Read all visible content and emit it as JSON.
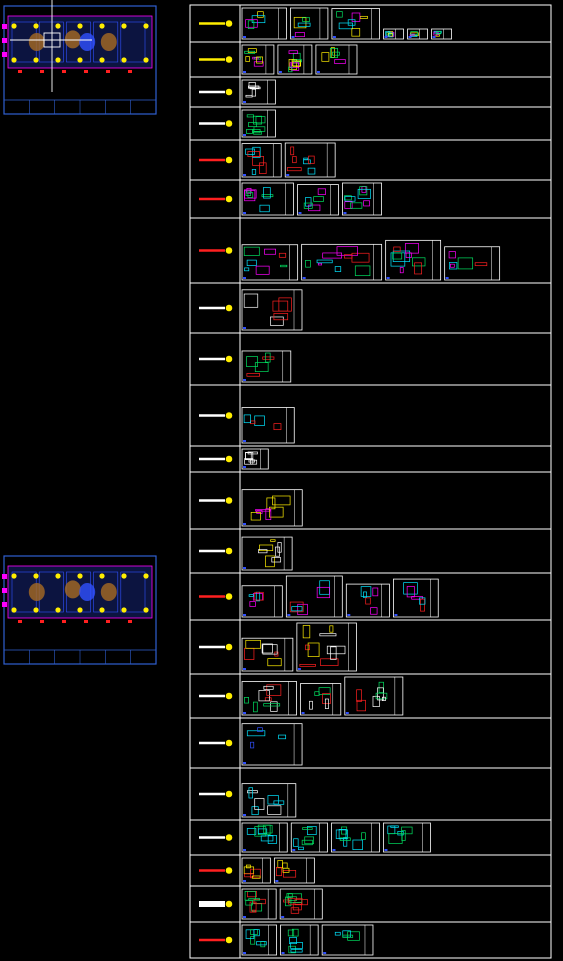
{
  "colors": {
    "background": "#000000",
    "frame": "#ffffff",
    "plan_frame": "#2f5fd0",
    "plan_fill": "#0c1440",
    "yellow": "#ffee00",
    "red": "#ff2020",
    "magenta": "#ff00ff",
    "cyan": "#00e5ff",
    "green": "#00e060",
    "blue": "#3050ff",
    "brown": "#a86a22"
  },
  "plans": [
    {
      "name": "floor-plan-top",
      "has_crosshair": true
    },
    {
      "name": "floor-plan-bottom",
      "has_crosshair": false
    }
  ],
  "index_table": {
    "rows": [
      {
        "marker": "yellow-bar",
        "thumb_colors": [
          "yellow",
          "cyan",
          "magenta",
          "green"
        ]
      },
      {
        "marker": "yellow-bar",
        "thumb_colors": [
          "yellow",
          "green",
          "magenta"
        ]
      },
      {
        "marker": "white-bar",
        "thumb_colors": [
          "white"
        ]
      },
      {
        "marker": "white-bar",
        "thumb_colors": [
          "green"
        ]
      },
      {
        "marker": "red-bar",
        "thumb_colors": [
          "red",
          "cyan"
        ]
      },
      {
        "marker": "red-bar",
        "thumb_colors": [
          "magenta",
          "green",
          "cyan"
        ]
      },
      {
        "marker": "red-bar",
        "thumb_colors": [
          "magenta",
          "cyan",
          "green",
          "red"
        ]
      },
      {
        "marker": "white-bar",
        "thumb_colors": [
          "red",
          "white"
        ]
      },
      {
        "marker": "white-bar",
        "thumb_colors": [
          "green",
          "red"
        ]
      },
      {
        "marker": "white-bar",
        "thumb_colors": [
          "red",
          "cyan"
        ]
      },
      {
        "marker": "white-bar",
        "thumb_colors": [
          "white"
        ]
      },
      {
        "marker": "white-bar",
        "thumb_colors": [
          "yellow",
          "magenta"
        ]
      },
      {
        "marker": "white-bar",
        "thumb_colors": [
          "white",
          "yellow"
        ]
      },
      {
        "marker": "red-bar",
        "thumb_colors": [
          "magenta",
          "cyan",
          "red"
        ]
      },
      {
        "marker": "white-bar",
        "thumb_colors": [
          "red",
          "yellow",
          "white"
        ]
      },
      {
        "marker": "white-bar",
        "thumb_colors": [
          "white",
          "green",
          "red"
        ]
      },
      {
        "marker": "white-bar",
        "thumb_colors": [
          "cyan",
          "blue"
        ]
      },
      {
        "marker": "white-bar",
        "thumb_colors": [
          "cyan",
          "white"
        ]
      },
      {
        "marker": "white-bar",
        "thumb_colors": [
          "cyan",
          "green"
        ]
      },
      {
        "marker": "red-bar",
        "thumb_colors": [
          "yellow",
          "red"
        ]
      },
      {
        "marker": "white-bar",
        "thumb_colors": [
          "red",
          "green"
        ]
      },
      {
        "marker": "red-bar",
        "thumb_colors": [
          "green",
          "cyan"
        ]
      }
    ]
  }
}
